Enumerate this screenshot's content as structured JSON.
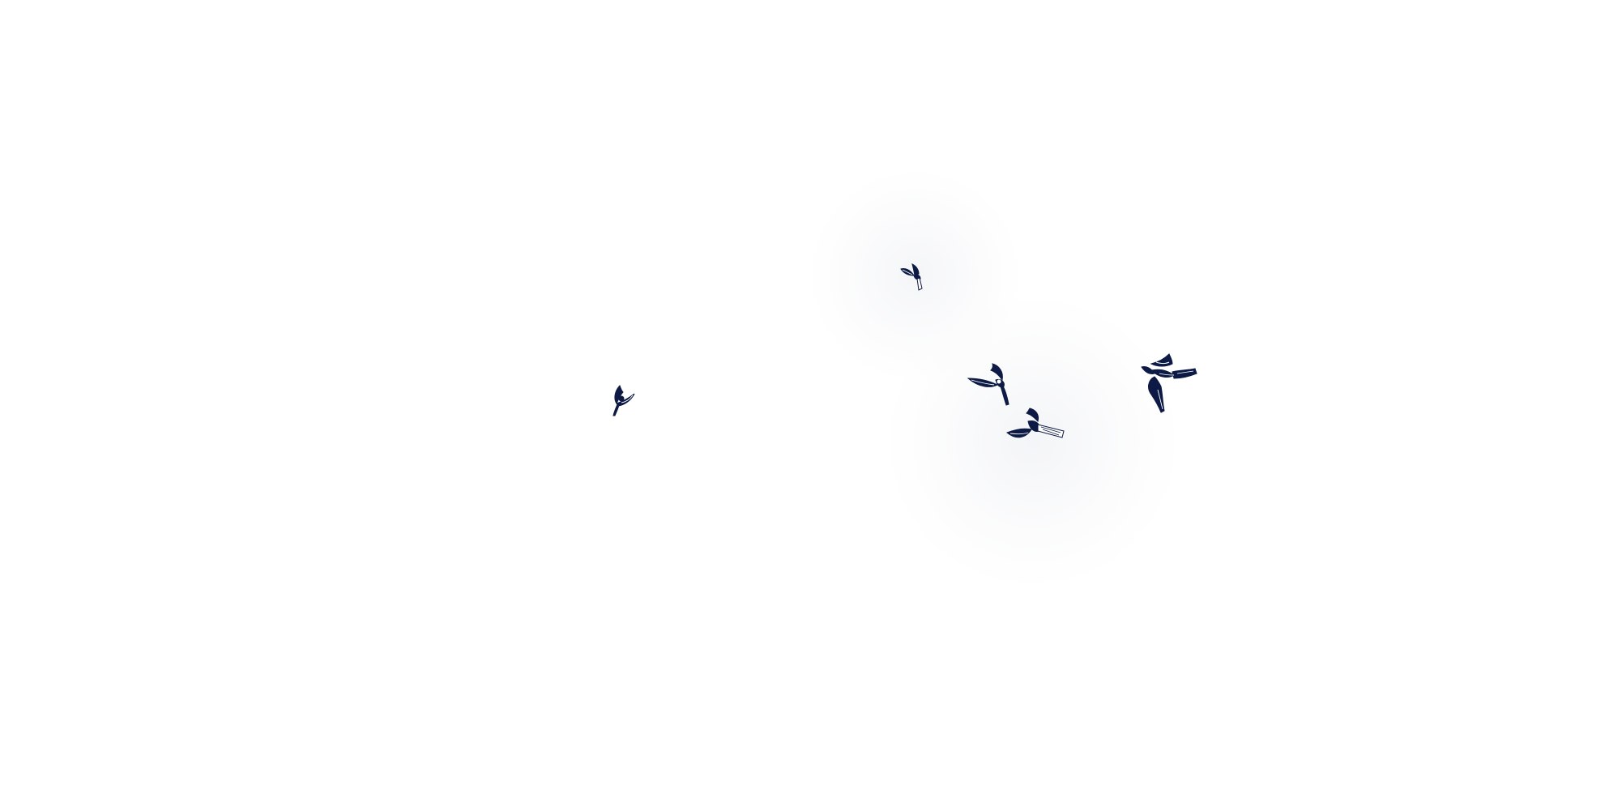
{
  "scene": {
    "background_color": "#ffffff",
    "glow_color": "#eef0f4",
    "bird_color": "#0d1a45",
    "birds": [
      {
        "name": "bird-small-left"
      },
      {
        "name": "bird-top-center"
      },
      {
        "name": "bird-middle-swooping"
      },
      {
        "name": "bird-lower-center"
      },
      {
        "name": "bird-right-large"
      }
    ]
  }
}
